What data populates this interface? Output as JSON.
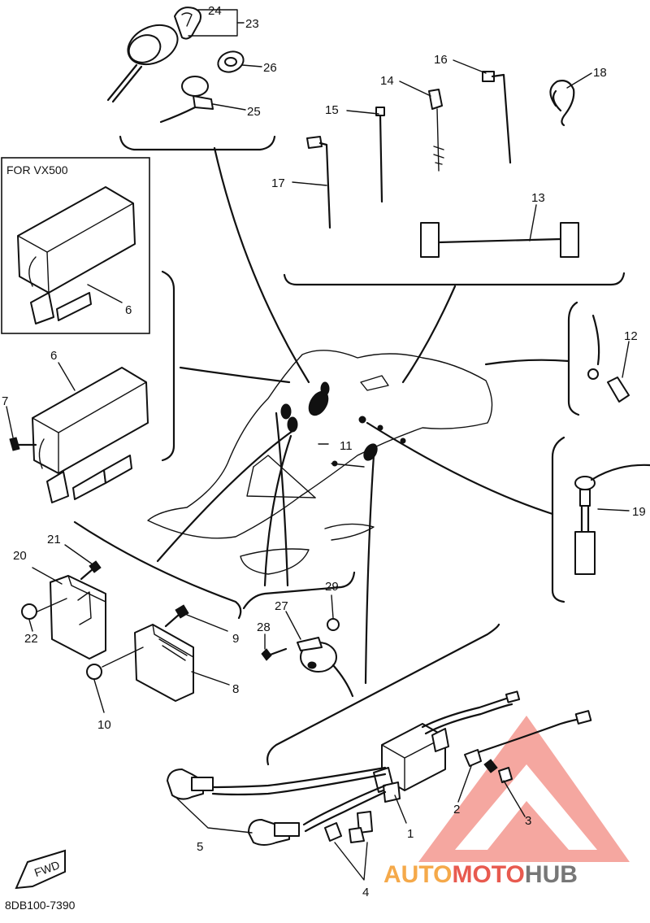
{
  "variant_box_label": "FOR VX500",
  "drawing_code": "8DB100-7390",
  "fwd_label": "FWD",
  "watermark": {
    "part1": "AUTO",
    "part2": "MOTO",
    "part3": "HUB",
    "color_orange": "#f5a94a",
    "color_red": "#e85a4f",
    "color_gray": "#777777"
  },
  "callouts": {
    "c1": "1",
    "c2": "2",
    "c3": "3",
    "c4": "4",
    "c5": "5",
    "c6a": "6",
    "c6b": "6",
    "c7": "7",
    "c8": "8",
    "c9": "9",
    "c10": "10",
    "c11": "11",
    "c12": "12",
    "c13": "13",
    "c14": "14",
    "c15": "15",
    "c16": "16",
    "c17": "17",
    "c18": "18",
    "c19": "19",
    "c20": "20",
    "c21": "21",
    "c22": "22",
    "c23": "23",
    "c24": "24",
    "c25": "25",
    "c26": "26",
    "c27": "27",
    "c28": "28",
    "c29": "29"
  }
}
